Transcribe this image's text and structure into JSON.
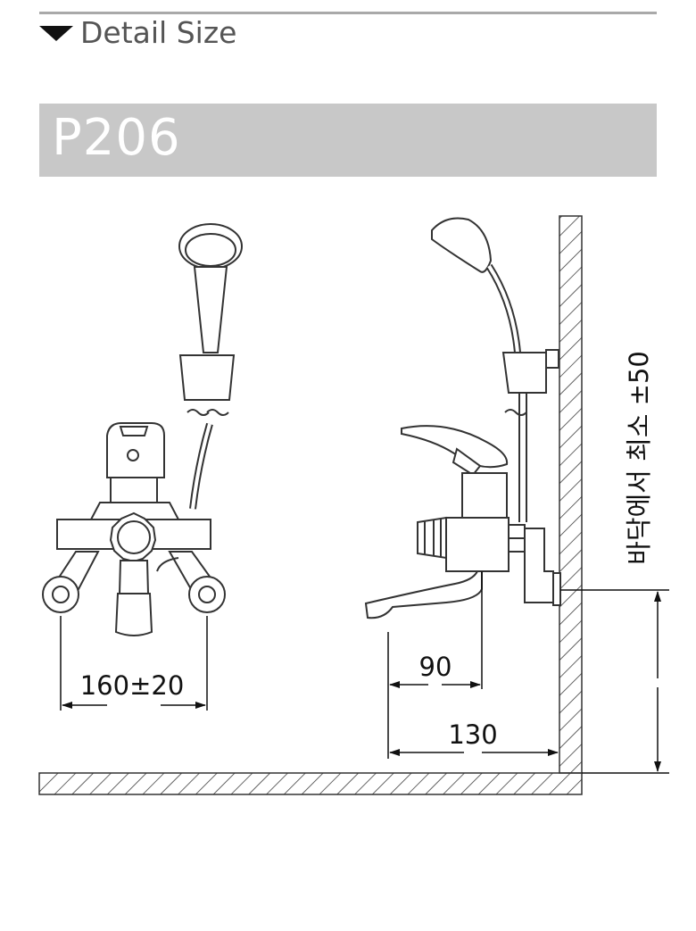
{
  "header": {
    "title": "Detail Size"
  },
  "model": {
    "code": "P206"
  },
  "dimensions": {
    "handle_spacing": "160±20",
    "spout_depth": "90",
    "wall_projection": "130",
    "floor_height_note": "바닥에서 최소 ±50"
  }
}
